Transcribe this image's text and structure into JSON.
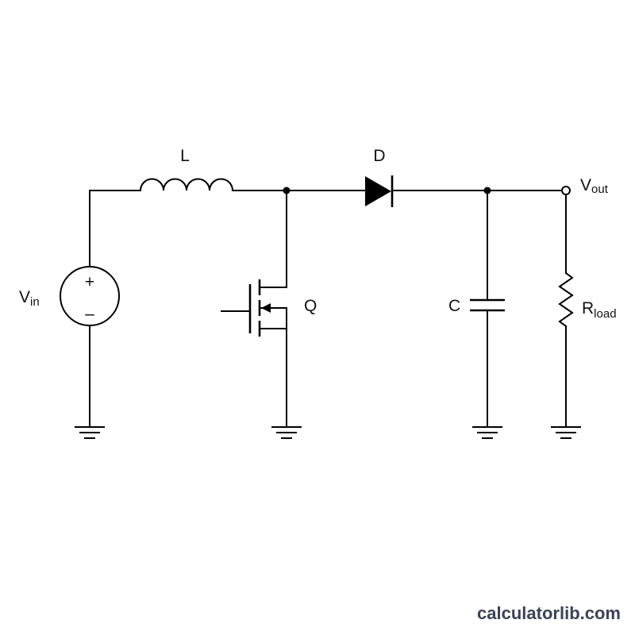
{
  "labels": {
    "inductor": "L",
    "diode": "D",
    "output_main": "V",
    "output_sub": "out",
    "input_main": "V",
    "input_sub": "in",
    "switch": "Q",
    "capacitor": "C",
    "load_main": "R",
    "load_sub": "load",
    "source_plus": "+",
    "source_minus": "–"
  },
  "watermark": "calculatorlib.com",
  "colors": {
    "line": "#000000",
    "watermark": "#3a4354",
    "background": "#ffffff"
  }
}
